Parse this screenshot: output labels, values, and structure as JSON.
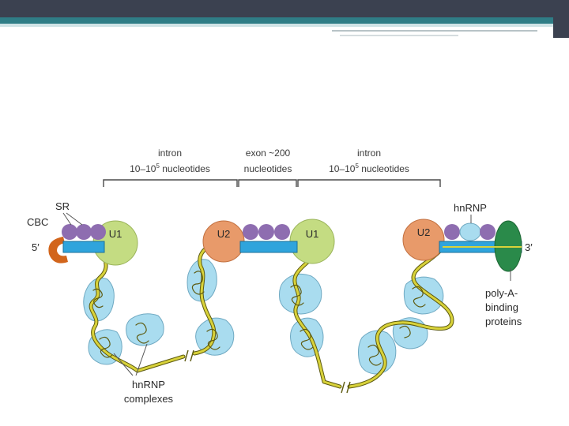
{
  "theme": {
    "header_dark": "#3b4150",
    "header_accent": "#2f7d86",
    "rna_strand": "#d8d23a",
    "rna_outline": "#5d5a10",
    "exon_bar": "#2fa4dc",
    "hnrnp_blob": "#a9dcef",
    "sr_protein": "#8e6db0",
    "u1_snrnp": "#c4dc82",
    "u2_snrnp": "#e89a6a",
    "cbc": "#d2651c",
    "pabp": "#2a8a4a"
  },
  "labels": {
    "intron1_line1": "intron",
    "intron1_line2": "10–10",
    "intron1_exp": "5",
    "intron1_line2_tail": " nucleotides",
    "exon_line1": "exon ~200",
    "exon_line2": "nucleotides",
    "intron2_line1": "intron",
    "intron2_line2": "10–10",
    "intron2_exp": "5",
    "intron2_line2_tail": " nucleotides",
    "sr": "SR",
    "cbc": "CBC",
    "five_prime": "5′",
    "three_prime": "3′",
    "u1_a": "U1",
    "u2_a": "U2",
    "u1_b": "U1",
    "u2_b": "U2",
    "hnrnp_top": "hnRNP",
    "pabp_line1": "poly-A-",
    "pabp_line2": "binding",
    "pabp_line3": "proteins",
    "complex_line1": "hnRNP",
    "complex_line2": "complexes"
  }
}
